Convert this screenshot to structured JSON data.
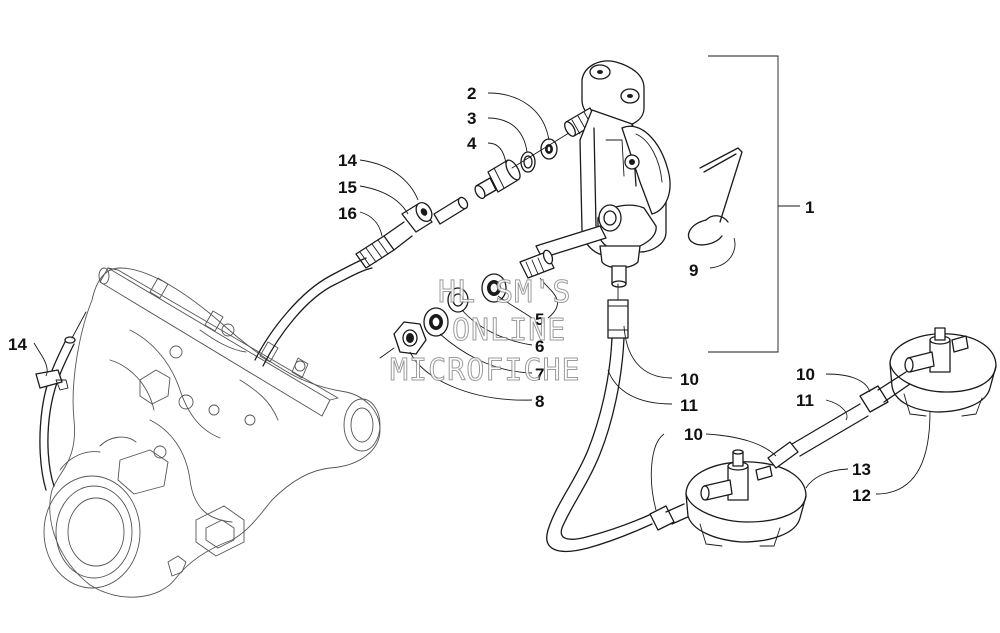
{
  "watermark": {
    "line1": "HL SM'S",
    "line2": "ONLINE",
    "line3": "MICROFICHE"
  },
  "callouts": [
    {
      "id": "c1",
      "text": "1"
    },
    {
      "id": "c2",
      "text": "2"
    },
    {
      "id": "c3",
      "text": "3"
    },
    {
      "id": "c4",
      "text": "4"
    },
    {
      "id": "c5",
      "text": "5"
    },
    {
      "id": "c6",
      "text": "6"
    },
    {
      "id": "c7",
      "text": "7"
    },
    {
      "id": "c8",
      "text": "8"
    },
    {
      "id": "c9",
      "text": "9"
    },
    {
      "id": "c10a",
      "text": "10"
    },
    {
      "id": "c10b",
      "text": "10"
    },
    {
      "id": "c10c",
      "text": "10"
    },
    {
      "id": "c11a",
      "text": "11"
    },
    {
      "id": "c11b",
      "text": "11"
    },
    {
      "id": "c12",
      "text": "12"
    },
    {
      "id": "c13",
      "text": "13"
    },
    {
      "id": "c14a",
      "text": "14"
    },
    {
      "id": "c14b",
      "text": "14"
    },
    {
      "id": "c15",
      "text": "15"
    },
    {
      "id": "c16",
      "text": "16"
    }
  ]
}
